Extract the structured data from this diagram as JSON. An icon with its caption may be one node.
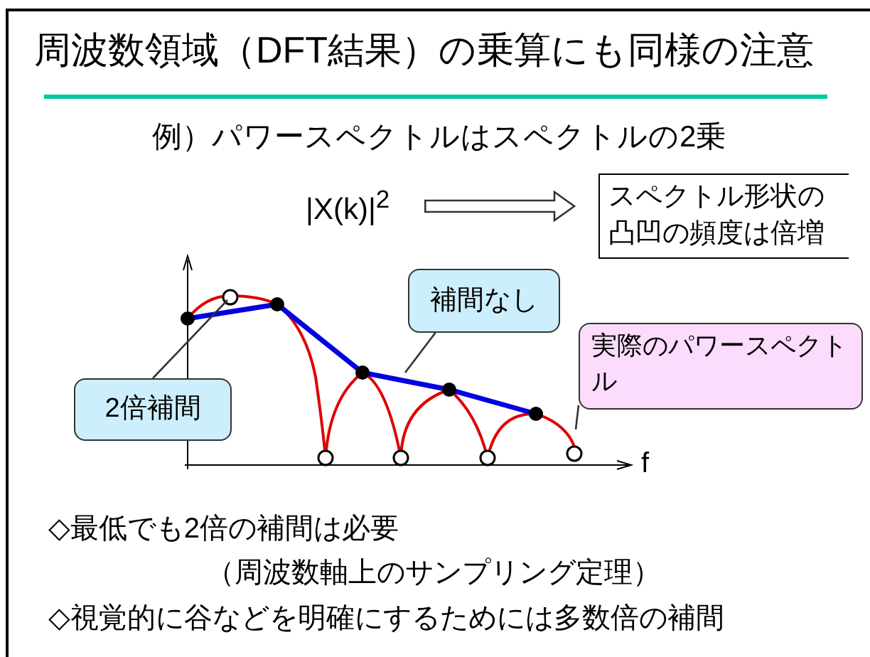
{
  "diagram": {
    "title": "周波数領域（DFT結果）の乗算にも同様の注意",
    "nodes": [
      {
        "text": [
          "|X(k)|$^{2}$"
        ]
      },
      {
        "text": [
          "スペクトル形状の凸凹の頻度は倍増"
        ]
      },
      {
        "text": [
          "補間なし"
        ]
      },
      {
        "text": [
          "2倍補間"
        ]
      },
      {
        "text": [
          "実際のパワースペクトル"
        ]
      }
    ],
    "edges": [
      {
        "from": 0,
        "to": 1,
        "arrow": "to"
      },
      {
        "from": 2,
        "to": null,
        "arrow": "none"
      },
      {
        "from": 3,
        "to": null,
        "arrow": "none"
      },
      {
        "from": 4,
        "to": null,
        "arrow": "none"
      }
    ],
    "labels": [
      "例）パワースペクトルはスペクトルの2乗",
      "f",
      "◇最低でも2倍の補間は必要",
      "（周波数軸上のサンプリング定理）",
      "◇視覚的に谷などを明確にするためには多数倍の補間"
    ]
  }
}
